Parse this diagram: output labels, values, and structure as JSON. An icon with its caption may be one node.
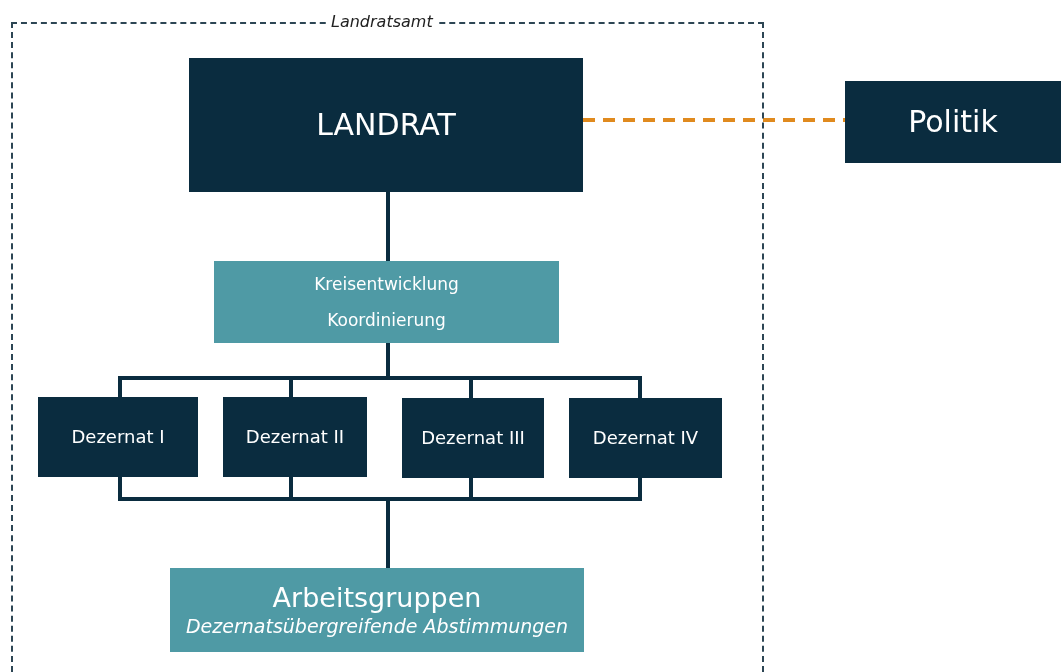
{
  "diagram": {
    "nodes": [
      {
        "text": [
          "Landratsamt"
        ]
      },
      {
        "text": [
          "LANDRAT"
        ],
        "in": 0
      },
      {
        "text": [
          "Kreisentwicklung",
          "Koordinierung"
        ],
        "in": 0
      },
      {
        "text": [
          "Dezernat I"
        ],
        "in": 0
      },
      {
        "text": [
          "Dezernat II"
        ],
        "in": 0
      },
      {
        "text": [
          "Dezernat III"
        ],
        "in": 0
      },
      {
        "text": [
          "Dezernat IV"
        ],
        "in": 0
      },
      {
        "text": [
          "Arbeitsgruppen",
          "Dezernatsübergreifende Abstimmungen"
        ],
        "in": 0
      },
      {
        "text": [
          "Politik"
        ]
      }
    ],
    "edges": [
      {
        "from": 1,
        "to": 2,
        "arrow": "none"
      },
      {
        "from": 2,
        "to": 3,
        "arrow": "none"
      },
      {
        "from": 2,
        "to": 4,
        "arrow": "none"
      },
      {
        "from": 2,
        "to": 5,
        "arrow": "none"
      },
      {
        "from": 2,
        "to": 6,
        "arrow": "none"
      },
      {
        "from": 3,
        "to": 7,
        "arrow": "none"
      },
      {
        "from": 4,
        "to": 7,
        "arrow": "none"
      },
      {
        "from": 5,
        "to": 7,
        "arrow": "none"
      },
      {
        "from": 6,
        "to": 7,
        "arrow": "none"
      },
      {
        "from": 1,
        "to": 8,
        "arrow": "none",
        "style": "dashed",
        "color": "#e08a1e"
      }
    ]
  }
}
